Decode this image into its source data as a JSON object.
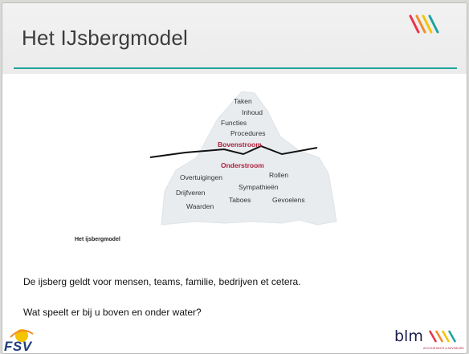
{
  "slide": {
    "title": "Het IJsbergmodel",
    "caption": "Het ijsbergmodel",
    "paragraph1": "De ijsberg geldt voor mensen, teams, familie, bedrijven et cetera.",
    "paragraph2": "Wat speelt er bij u boven en onder water?"
  },
  "iceberg": {
    "above": [
      "Taken",
      "Inhoud",
      "Functies",
      "Procedures"
    ],
    "boven_label": "Bovenstroom",
    "onder_label": "Onderstroom",
    "below": [
      "Overtuigingen",
      "Rollen",
      "Sympathieën",
      "Drijfveren",
      "Taboes",
      "Gevoelens",
      "Waarden"
    ]
  },
  "footer": {
    "left_logo": "FSV",
    "right_logo": "blm",
    "right_logo_sub": "ACCOUNTANTS & ADVISEURS"
  },
  "colors": {
    "accent_rule": "#1fa39a",
    "title_text": "#3c3c3c",
    "highlight_red": "#b0203c",
    "iceberg_fill": "#e9ecef"
  }
}
